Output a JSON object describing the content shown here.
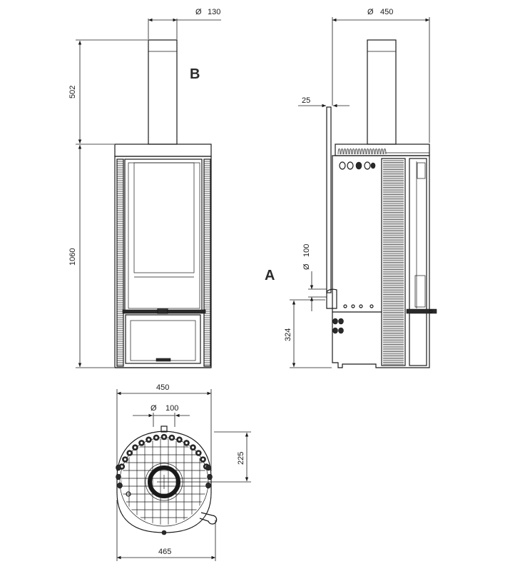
{
  "views": {
    "front": {
      "flue_diameter": "130",
      "flue_height": "502",
      "body_height": "1060",
      "view_label": "B"
    },
    "side": {
      "depth_diameter": "450",
      "rear_offset": "25",
      "inlet_diameter": "100",
      "inlet_height": "324",
      "view_label": "A"
    },
    "top": {
      "width": "450",
      "inlet_diameter": "100",
      "center_offset": "225",
      "overall_width": "465"
    }
  },
  "symbols": {
    "diameter": "Ø"
  }
}
